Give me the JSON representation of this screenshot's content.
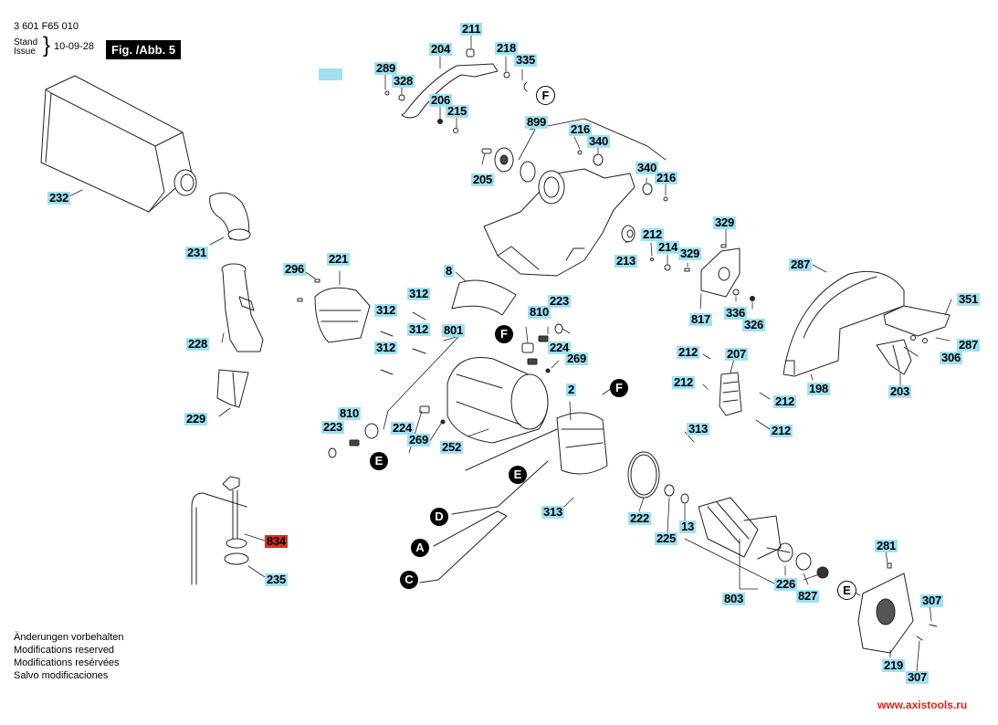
{
  "header": {
    "part_number": "3 601 F65 010",
    "stand_label": "Stand",
    "issue_label": "Issue",
    "brace": "}",
    "date": "10-09-28",
    "figure_title": "Fig. /Abb. 5"
  },
  "colors": {
    "callout_bg": "#9fe1f3",
    "highlight_bg": "#d9301e",
    "website_color": "#e3201b"
  },
  "callouts": [
    {
      "id": "c211",
      "label": "211"
    },
    {
      "id": "c204",
      "label": "204"
    },
    {
      "id": "c218",
      "label": "218"
    },
    {
      "id": "c335",
      "label": "335"
    },
    {
      "id": "c289",
      "label": "289"
    },
    {
      "id": "c328",
      "label": "328"
    },
    {
      "id": "c206",
      "label": "206"
    },
    {
      "id": "c215",
      "label": "215"
    },
    {
      "id": "c899",
      "label": "899"
    },
    {
      "id": "c216a",
      "label": "216"
    },
    {
      "id": "c340a",
      "label": "340"
    },
    {
      "id": "c340b",
      "label": "340"
    },
    {
      "id": "c216b",
      "label": "216"
    },
    {
      "id": "c205",
      "label": "205"
    },
    {
      "id": "c232",
      "label": "232"
    },
    {
      "id": "c231",
      "label": "231"
    },
    {
      "id": "c296",
      "label": "296"
    },
    {
      "id": "c221",
      "label": "221"
    },
    {
      "id": "c8",
      "label": "8"
    },
    {
      "id": "c312a",
      "label": "312"
    },
    {
      "id": "c312b",
      "label": "312"
    },
    {
      "id": "c312c",
      "label": "312"
    },
    {
      "id": "c312d",
      "label": "312"
    },
    {
      "id": "c223a",
      "label": "223"
    },
    {
      "id": "c810a",
      "label": "810"
    },
    {
      "id": "c801",
      "label": "801"
    },
    {
      "id": "c224a",
      "label": "224"
    },
    {
      "id": "c269a",
      "label": "269"
    },
    {
      "id": "c228",
      "label": "228"
    },
    {
      "id": "c229",
      "label": "229"
    },
    {
      "id": "c810b",
      "label": "810"
    },
    {
      "id": "c223b",
      "label": "223"
    },
    {
      "id": "c224b",
      "label": "224"
    },
    {
      "id": "c269b",
      "label": "269"
    },
    {
      "id": "c252",
      "label": "252"
    },
    {
      "id": "c213",
      "label": "213"
    },
    {
      "id": "c212a",
      "label": "212"
    },
    {
      "id": "c214",
      "label": "214"
    },
    {
      "id": "c329a",
      "label": "329"
    },
    {
      "id": "c329b",
      "label": "329"
    },
    {
      "id": "c817",
      "label": "817"
    },
    {
      "id": "c336",
      "label": "336"
    },
    {
      "id": "c326",
      "label": "326"
    },
    {
      "id": "c287a",
      "label": "287"
    },
    {
      "id": "c351",
      "label": "351"
    },
    {
      "id": "c287b",
      "label": "287"
    },
    {
      "id": "c306",
      "label": "306"
    },
    {
      "id": "c198",
      "label": "198"
    },
    {
      "id": "c203",
      "label": "203"
    },
    {
      "id": "c212b",
      "label": "212"
    },
    {
      "id": "c207",
      "label": "207"
    },
    {
      "id": "c212c",
      "label": "212"
    },
    {
      "id": "c212d",
      "label": "212"
    },
    {
      "id": "c212e",
      "label": "212"
    },
    {
      "id": "c2",
      "label": "2"
    },
    {
      "id": "c313a",
      "label": "313"
    },
    {
      "id": "c313b",
      "label": "313"
    },
    {
      "id": "c222",
      "label": "222"
    },
    {
      "id": "c225",
      "label": "225"
    },
    {
      "id": "c13",
      "label": "13"
    },
    {
      "id": "c834",
      "label": "834",
      "highlighted": true
    },
    {
      "id": "c235",
      "label": "235"
    },
    {
      "id": "c281",
      "label": "281"
    },
    {
      "id": "c307a",
      "label": "307"
    },
    {
      "id": "c226",
      "label": "226"
    },
    {
      "id": "c827",
      "label": "827"
    },
    {
      "id": "c803",
      "label": "803"
    },
    {
      "id": "c219",
      "label": "219"
    },
    {
      "id": "c307b",
      "label": "307"
    }
  ],
  "connectors": [
    {
      "id": "F1",
      "label": "F",
      "style": "light"
    },
    {
      "id": "F2",
      "label": "F",
      "style": "dark"
    },
    {
      "id": "F3",
      "label": "F",
      "style": "dark"
    },
    {
      "id": "E1",
      "label": "E",
      "style": "dark"
    },
    {
      "id": "E2",
      "label": "E",
      "style": "dark"
    },
    {
      "id": "E3",
      "label": "E",
      "style": "light"
    },
    {
      "id": "D",
      "label": "D",
      "style": "dark"
    },
    {
      "id": "A",
      "label": "A",
      "style": "dark"
    },
    {
      "id": "C",
      "label": "C",
      "style": "dark"
    }
  ],
  "notes": [
    "Änderungen vorbehalten",
    "Modifications reserved",
    "Modifications resérvées",
    "Salvo modificaciones"
  ],
  "website": "www.axistools.ru"
}
